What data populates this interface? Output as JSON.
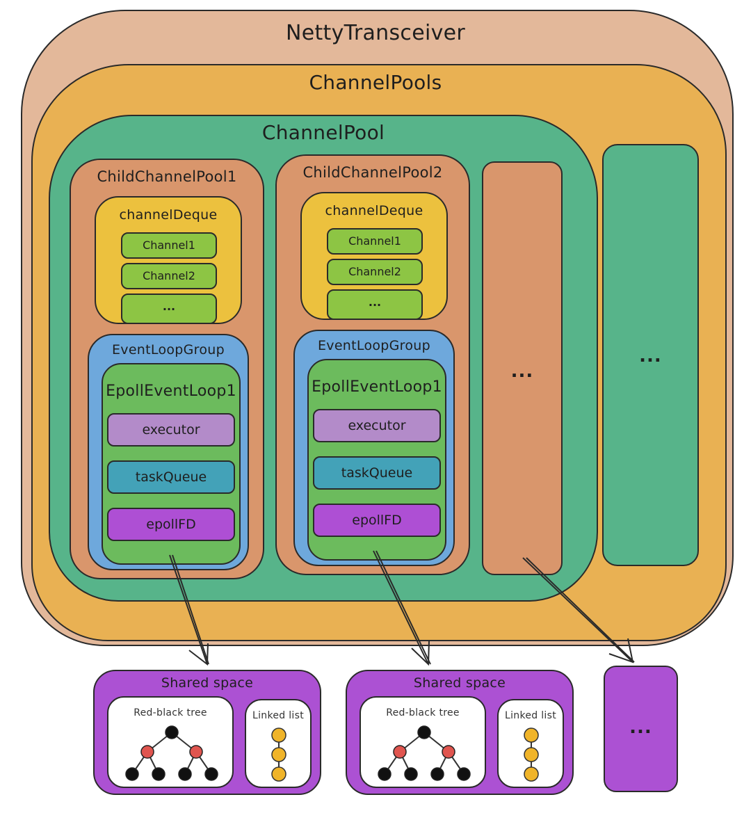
{
  "diagram": {
    "outer": {
      "title": "NettyTransceiver",
      "color": "#e3b89a"
    },
    "channel_pools": {
      "title": "ChannelPools",
      "color": "#e9b153"
    },
    "channel_pool": {
      "title": "ChannelPool",
      "color": "#57b48a"
    },
    "child_pools": [
      {
        "title": "ChildChannelPool1",
        "color": "#d9966c",
        "deque": {
          "title": "channelDeque",
          "channels": [
            "Channel1",
            "Channel2",
            "..."
          ],
          "color": "#ecc13e",
          "channel_color": "#8dc544"
        },
        "event_loop_group": {
          "title": "EventLoopGroup",
          "color": "#6ea8dc",
          "event_loop": {
            "title": "EpollEventLoop1",
            "color": "#6cbb5d",
            "items": [
              {
                "label": "executor",
                "color": "#b38bc9"
              },
              {
                "label": "taskQueue",
                "color": "#43a2b8"
              },
              {
                "label": "epollFD",
                "color": "#ae4fd4"
              }
            ]
          }
        }
      },
      {
        "title": "ChildChannelPool2",
        "color": "#d9966c",
        "deque": {
          "title": "channelDeque",
          "channels": [
            "Channel1",
            "Channel2",
            "..."
          ],
          "color": "#ecc13e",
          "channel_color": "#8dc544"
        },
        "event_loop_group": {
          "title": "EventLoopGroup",
          "color": "#6ea8dc",
          "event_loop": {
            "title": "EpollEventLoop1",
            "color": "#6cbb5d",
            "items": [
              {
                "label": "executor",
                "color": "#b38bc9"
              },
              {
                "label": "taskQueue",
                "color": "#43a2b8"
              },
              {
                "label": "epollFD",
                "color": "#ae4fd4"
              }
            ]
          }
        }
      }
    ],
    "more_child_pools": {
      "label": "..."
    },
    "more_channel_pools": {
      "label": "..."
    },
    "shared_spaces": [
      {
        "title": "Shared space",
        "tree_label": "Red-black tree",
        "list_label": "Linked list",
        "color": "#ac51d3"
      },
      {
        "title": "Shared space",
        "tree_label": "Red-black tree",
        "list_label": "Linked list",
        "color": "#ac51d3"
      }
    ],
    "more_shared_spaces": {
      "label": "..."
    },
    "node_colors": {
      "black": "#111111",
      "red": "#e0554f",
      "list": "#f0b429"
    },
    "edges": [
      {
        "from": "ChildChannelPool1.epollFD",
        "to": "Shared space 1"
      },
      {
        "from": "ChildChannelPool2.epollFD",
        "to": "Shared space 2"
      },
      {
        "from": "more_child_pools",
        "to": "more_shared_spaces"
      }
    ]
  }
}
